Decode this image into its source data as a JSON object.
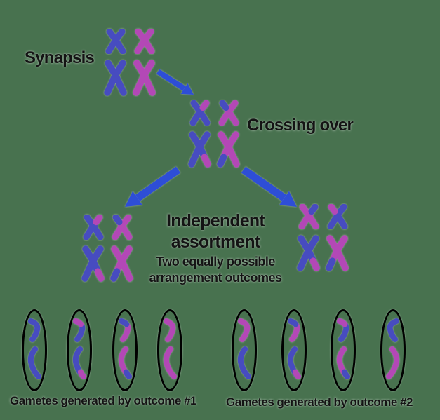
{
  "background": "#48724f",
  "colors": {
    "blue": "#474cc0",
    "magenta": "#b348b6",
    "arrow": "#2e4ed6",
    "text": "#141414",
    "oval_outline": "#000000"
  },
  "stages": {
    "synapsis": {
      "label": "Synapsis",
      "small": [
        {
          "body": "blue"
        },
        {
          "body": "magenta"
        }
      ],
      "large": [
        {
          "body": "blue"
        },
        {
          "body": "magenta"
        }
      ]
    },
    "crossing_over": {
      "label": "Crossing over",
      "small": [
        {
          "body": "blue",
          "tip": "magenta",
          "tip_pos": "tr"
        },
        {
          "body": "magenta",
          "tip": "blue",
          "tip_pos": "tl"
        }
      ],
      "large": [
        {
          "body": "blue",
          "tip": "magenta",
          "tip_pos": "br"
        },
        {
          "body": "magenta",
          "tip": "blue",
          "tip_pos": "bl"
        }
      ]
    },
    "independent_assortment": {
      "title_line1": "Independent",
      "title_line2": "assortment",
      "note_line1": "Two equally possible",
      "note_line2": "arrangement outcomes"
    },
    "outcome1": {
      "small": [
        {
          "body": "blue",
          "tip": "magenta",
          "tip_pos": "tr"
        },
        {
          "body": "magenta",
          "tip": "blue",
          "tip_pos": "tl"
        }
      ],
      "large": [
        {
          "body": "blue",
          "tip": "magenta",
          "tip_pos": "br"
        },
        {
          "body": "magenta",
          "tip": "blue",
          "tip_pos": "bl"
        }
      ]
    },
    "outcome2": {
      "small": [
        {
          "body": "magenta",
          "tip": "blue",
          "tip_pos": "tr"
        },
        {
          "body": "blue",
          "tip": "magenta",
          "tip_pos": "tl"
        }
      ],
      "large": [
        {
          "body": "blue",
          "tip": "magenta",
          "tip_pos": "br"
        },
        {
          "body": "magenta",
          "tip": "blue",
          "tip_pos": "bl"
        }
      ]
    }
  },
  "gametes": {
    "outcome1": {
      "label": "Gametes generated by outcome #1",
      "cells": [
        {
          "top": {
            "body": "blue"
          },
          "bottom": {
            "body": "blue"
          }
        },
        {
          "top": {
            "body": "blue",
            "tip": "magenta"
          },
          "bottom": {
            "body": "blue",
            "tip": "magenta"
          }
        },
        {
          "top": {
            "body": "magenta",
            "tip": "blue"
          },
          "bottom": {
            "body": "magenta",
            "tip": "blue"
          }
        },
        {
          "top": {
            "body": "magenta"
          },
          "bottom": {
            "body": "magenta"
          }
        }
      ]
    },
    "outcome2": {
      "label": "Gametes generated by outcome #2",
      "cells": [
        {
          "top": {
            "body": "magenta"
          },
          "bottom": {
            "body": "blue"
          }
        },
        {
          "top": {
            "body": "magenta",
            "tip": "blue"
          },
          "bottom": {
            "body": "blue",
            "tip": "magenta"
          }
        },
        {
          "top": {
            "body": "blue",
            "tip": "magenta"
          },
          "bottom": {
            "body": "magenta",
            "tip": "blue"
          }
        },
        {
          "top": {
            "body": "blue"
          },
          "bottom": {
            "body": "magenta"
          },
          "flip": true
        }
      ]
    }
  }
}
